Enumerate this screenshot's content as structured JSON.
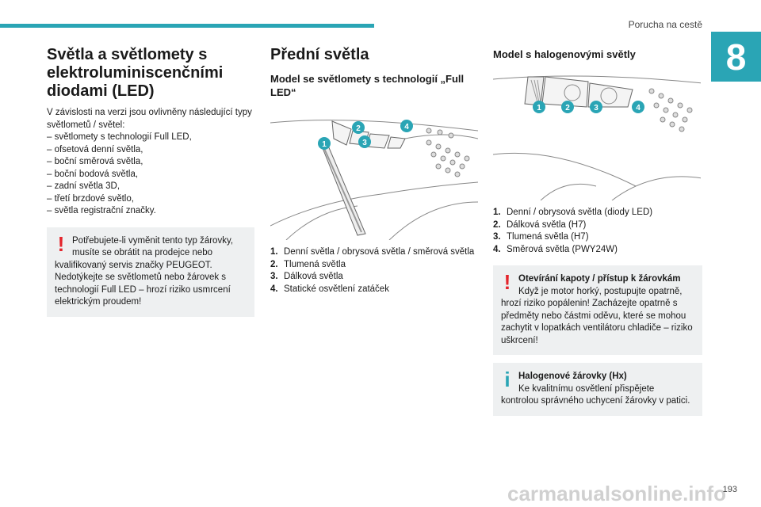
{
  "header": {
    "title": "Porucha na cestě",
    "chapter": "8"
  },
  "col1": {
    "title": "Světla a světlomety s elektroluminiscenčními diodami (LED)",
    "intro": "V závislosti na verzi jsou ovlivněny následující typy světlometů / světel:",
    "items": [
      "světlomety s technologií Full LED,",
      "ofsetová denní světla,",
      "boční směrová světla,",
      "boční bodová světla,",
      "zadní světla 3D,",
      "třetí brzdové světlo,",
      "světla registrační značky."
    ],
    "warning": {
      "lead": "Potřebujete-li vyměnit tento typ žárovky, musíte se obrátit na prodejce nebo",
      "rest": "kvalifikovaný servis značky PEUGEOT. Nedotýkejte se světlometů nebo žárovek s technologií Full LED – hrozí riziko usmrcení elektrickým proudem!"
    }
  },
  "col2": {
    "title": "Přední světla",
    "subtitle": "Model se světlomety s technologií „Full LED“",
    "items": [
      {
        "n": "1.",
        "text": "Denní světla / obrysová světla / směrová světla"
      },
      {
        "n": "2.",
        "text": "Tlumená světla"
      },
      {
        "n": "3.",
        "text": "Dálková světla"
      },
      {
        "n": "4.",
        "text": "Statické osvětlení zatáček"
      }
    ],
    "callouts": [
      "1",
      "2",
      "3",
      "4"
    ]
  },
  "col3": {
    "subtitle": "Model s halogenovými světly",
    "callouts": [
      "1",
      "2",
      "3",
      "4"
    ],
    "items": [
      {
        "n": "1.",
        "text": "Denní / obrysová světla (diody LED)"
      },
      {
        "n": "2.",
        "text": "Dálková světla (H7)"
      },
      {
        "n": "3.",
        "text": "Tlumená světla (H7)"
      },
      {
        "n": "4.",
        "text": "Směrová světla (PWY24W)"
      }
    ],
    "warning": {
      "title": "Otevírání kapoty / přístup k žárovkám",
      "lead": "Když je motor horký, postupujte opatrně,",
      "rest": "hrozí riziko popálenin! Zacházejte opatrně s předměty nebo částmi oděvu, které se mohou zachytit v lopatkách ventilátoru chladiče – riziko uškrcení!"
    },
    "info": {
      "title": "Halogenové žárovky (Hx)",
      "lead": "Ke kvalitnímu osvětlení přispějete",
      "rest": "kontrolou správného uchycení žárovky v patici."
    }
  },
  "footer": {
    "page": "193",
    "watermark": "carmanualsonline.info"
  },
  "colors": {
    "accent": "#2aa5b5",
    "warning": "#e4242b",
    "box": "#eef0f1"
  }
}
